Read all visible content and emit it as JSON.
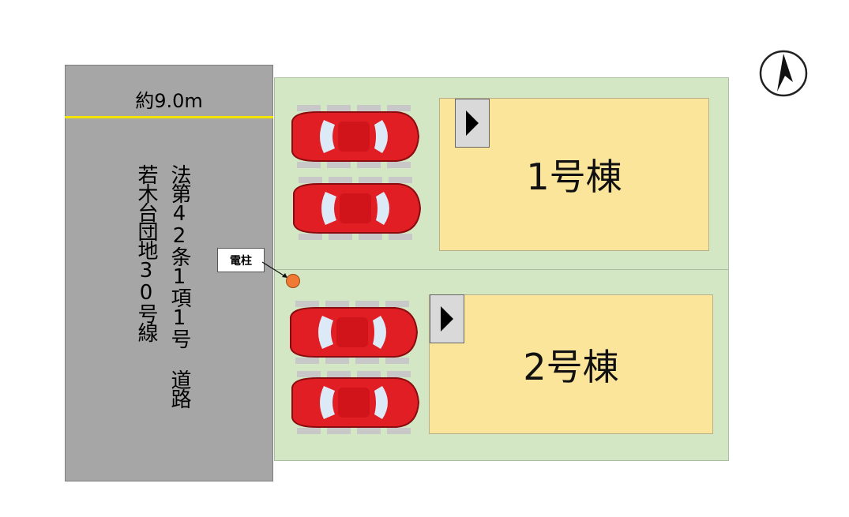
{
  "road": {
    "width_label": "約9.0m",
    "legal_text": "法第42条1項1号 道路",
    "name_text": "若木台団地30号線"
  },
  "houses": [
    {
      "label": "1号棟"
    },
    {
      "label": "2号棟"
    }
  ],
  "utility_pole": {
    "label": "電柱"
  },
  "icons": {
    "north_arrow": "north-arrow-icon",
    "entry_marker": "play-triangle-icon",
    "car": "car-icon"
  },
  "colors": {
    "road": "#a6a6a6",
    "road_center_line": "#f2e600",
    "lot": "#d3e7c5",
    "house": "#fbe59a",
    "car": "#e01e24",
    "pole": "#f07a35"
  }
}
